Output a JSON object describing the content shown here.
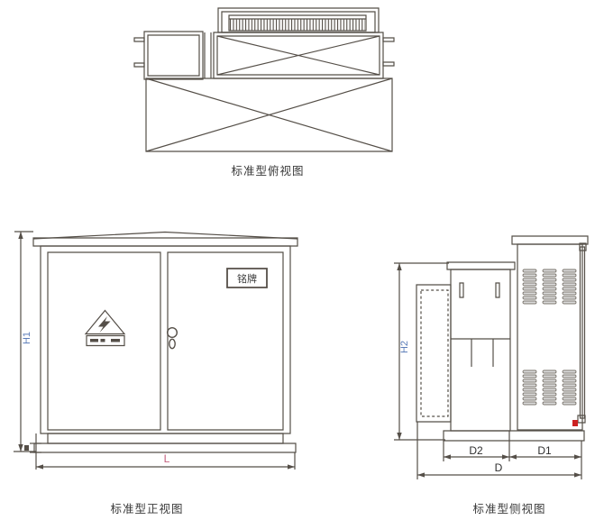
{
  "views": {
    "top": {
      "caption": "标准型俯视图"
    },
    "front": {
      "caption": "标准型正视图",
      "nameplate": "铭牌",
      "dims": {
        "height": "H1",
        "length": "L"
      }
    },
    "side": {
      "caption": "标准型侧视图",
      "dims": {
        "height": "H2",
        "depth_rear": "D2",
        "depth_front": "D1",
        "depth_total": "D"
      }
    }
  },
  "colors": {
    "line": "#554f48",
    "dim_height": "#5b7cb8",
    "dim_length": "#c4607e",
    "dim_depth": "#2f2f2f",
    "red_indicator": "#cc2121",
    "louver_fill": "#dcdcdc"
  },
  "icons": {
    "warning": "high-voltage-warning-triangle",
    "handle": "padlock-handle"
  }
}
